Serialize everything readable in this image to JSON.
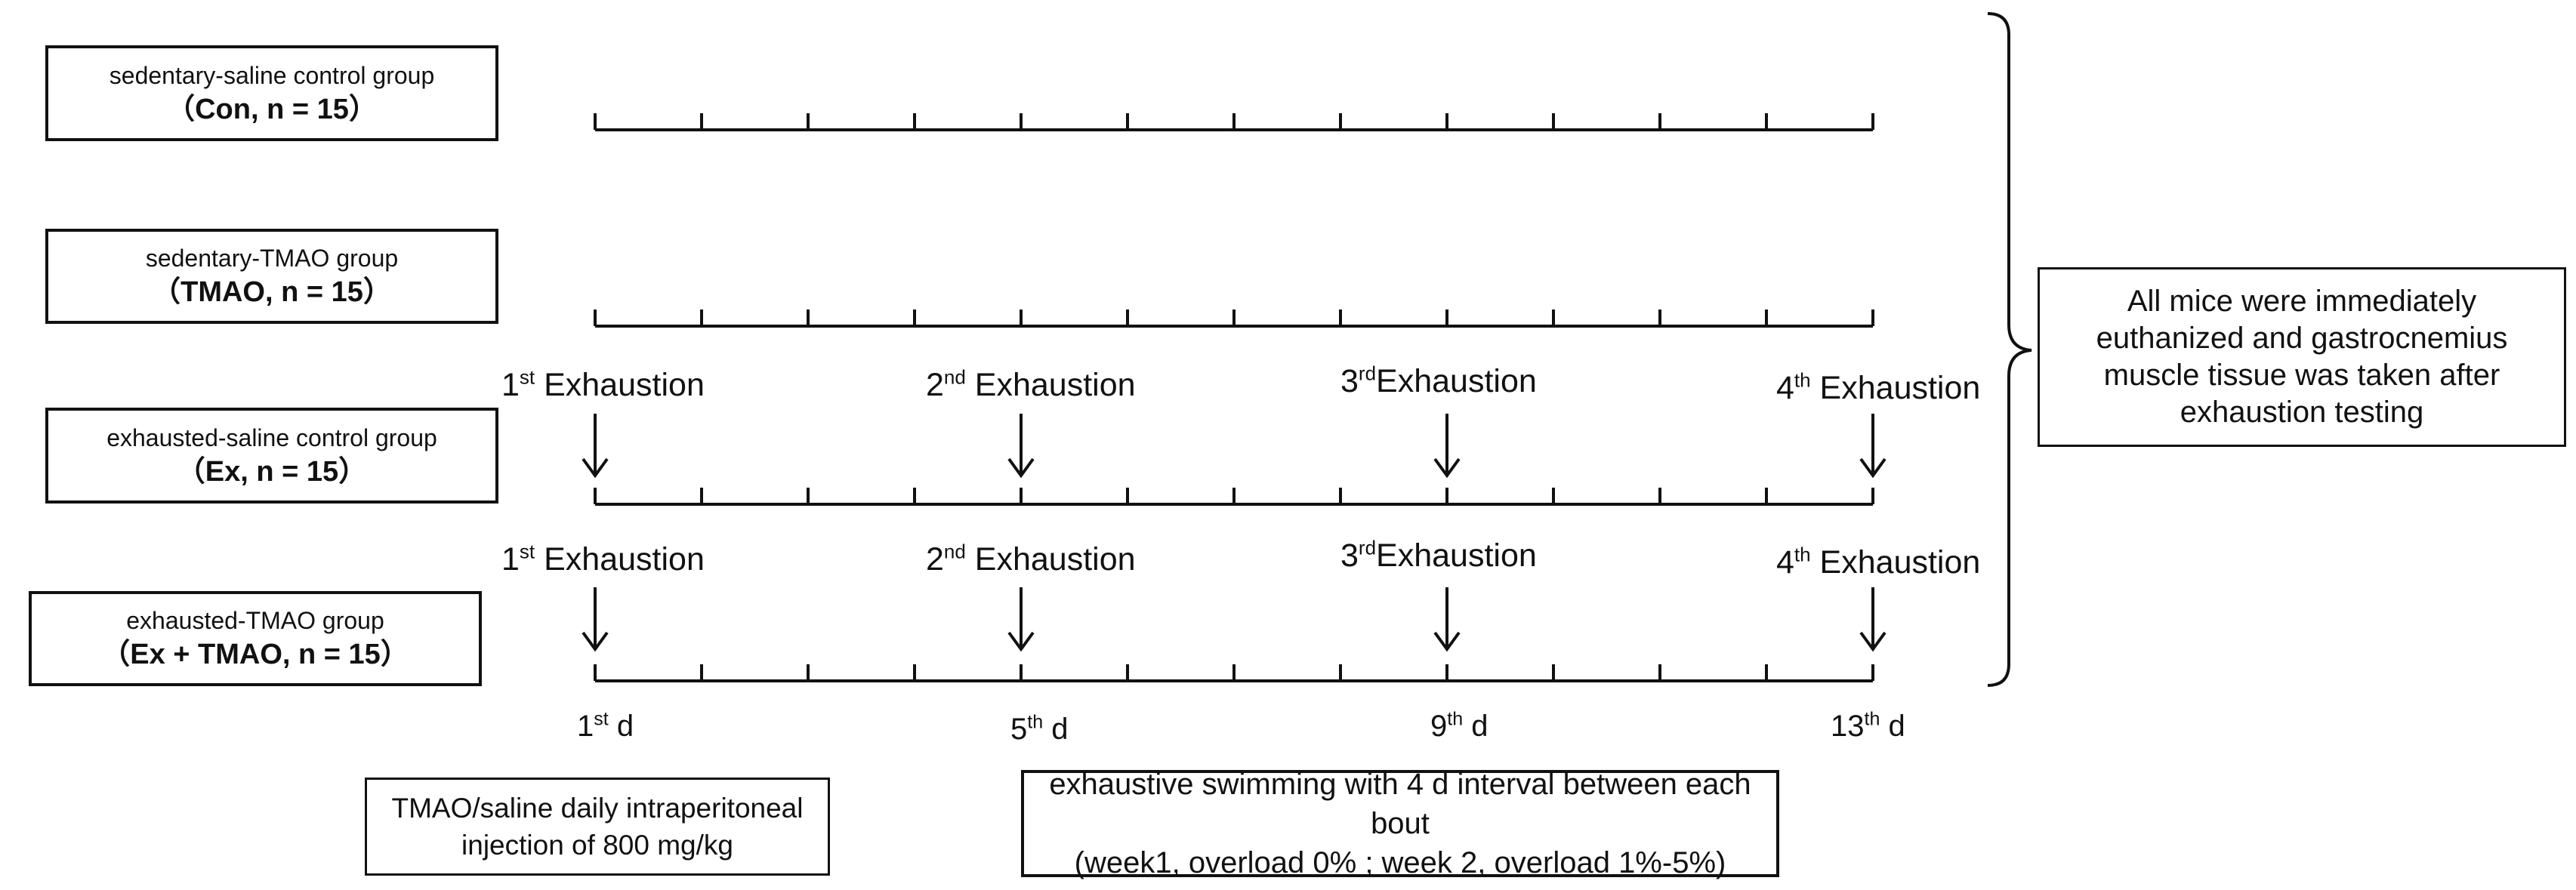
{
  "groups": [
    {
      "line1": "sedentary-saline control group",
      "line2": "（Con, n = 15）"
    },
    {
      "line1": "sedentary-TMAO group",
      "line2": "（TMAO, n = 15）"
    },
    {
      "line1": "exhausted-saline control group",
      "line2": "（Ex, n = 15）"
    },
    {
      "line1": "exhausted-TMAO group",
      "line2": "（Ex + TMAO, n = 15）"
    }
  ],
  "exhaustions": [
    {
      "ord": "1",
      "sup": "st",
      "word": " Exhaustion"
    },
    {
      "ord": "2",
      "sup": "nd",
      "word": " Exhaustion"
    },
    {
      "ord": "3",
      "sup": "rd",
      "word": "Exhaustion"
    },
    {
      "ord": "4",
      "sup": "th",
      "word": " Exhaustion"
    }
  ],
  "days": [
    {
      "num": "1",
      "sup": "st",
      "unit": " d"
    },
    {
      "num": "5",
      "sup": "th",
      "unit": " d"
    },
    {
      "num": "9",
      "sup": "th",
      "unit": " d"
    },
    {
      "num": "13",
      "sup": "th",
      "unit": " d"
    }
  ],
  "injection_note": {
    "line1": "TMAO/saline daily intraperitoneal",
    "line2": "injection of 800 mg/kg"
  },
  "swim_note": {
    "line1": "exhaustive swimming with 4 d interval between each bout",
    "line2": "(week1, overload 0% ; week 2, overload 1%-5%)"
  },
  "final_note": {
    "line1": "All mice were immediately",
    "line2": "euthanized and gastrocnemius",
    "line3": "muscle tissue was taken after",
    "line4": "exhaustion testing"
  }
}
